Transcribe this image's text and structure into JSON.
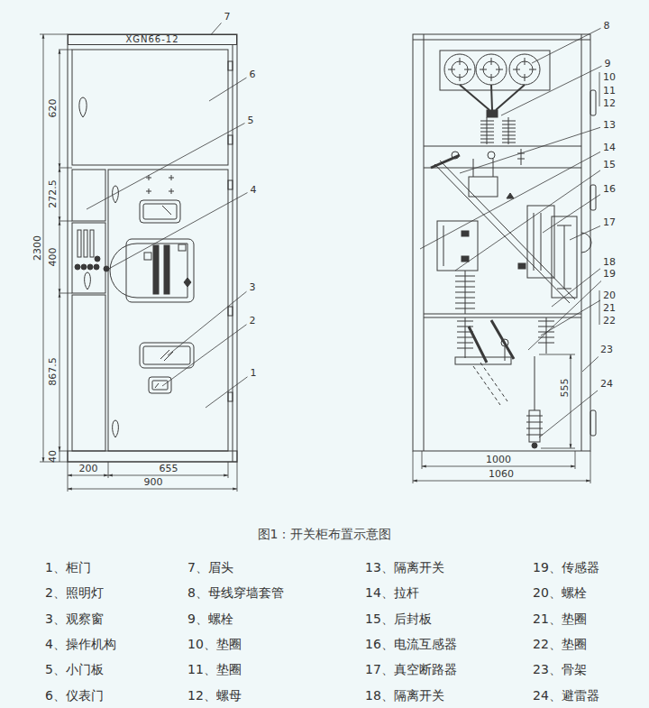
{
  "diagram": {
    "caption": "图1：开关柜布置示意图",
    "nodes": [
      {
        "text": [
          "XGN66-12"
        ]
      }
    ],
    "labels": [
      "7",
      "6",
      "5",
      "4",
      "3",
      "2",
      "1",
      "620",
      "272.5",
      "400",
      "867.5",
      "40",
      "2300",
      "200",
      "655",
      "900",
      "8",
      "9",
      "10",
      "11",
      "12",
      "13",
      "14",
      "15",
      "16",
      "17",
      "18",
      "19",
      "20",
      "21",
      "22",
      "23",
      "24",
      "555",
      "1000",
      "1060",
      "1、柜门",
      "2、照明灯",
      "3、观察窗",
      "4、操作机构",
      "5、小门板",
      "6、仪表门",
      "7、眉头",
      "8、母线穿墙套管",
      "9、螺栓",
      "10、垫圈",
      "11、垫圈",
      "12、螺母",
      "13、隔离开关",
      "14、拉杆",
      "15、后封板",
      "16、电流互感器",
      "17、真空断路器",
      "18、隔离开关",
      "19、传感器",
      "20、螺栓",
      "21、垫圈",
      "22、垫圈",
      "23、骨架",
      "24、避雷器"
    ]
  }
}
